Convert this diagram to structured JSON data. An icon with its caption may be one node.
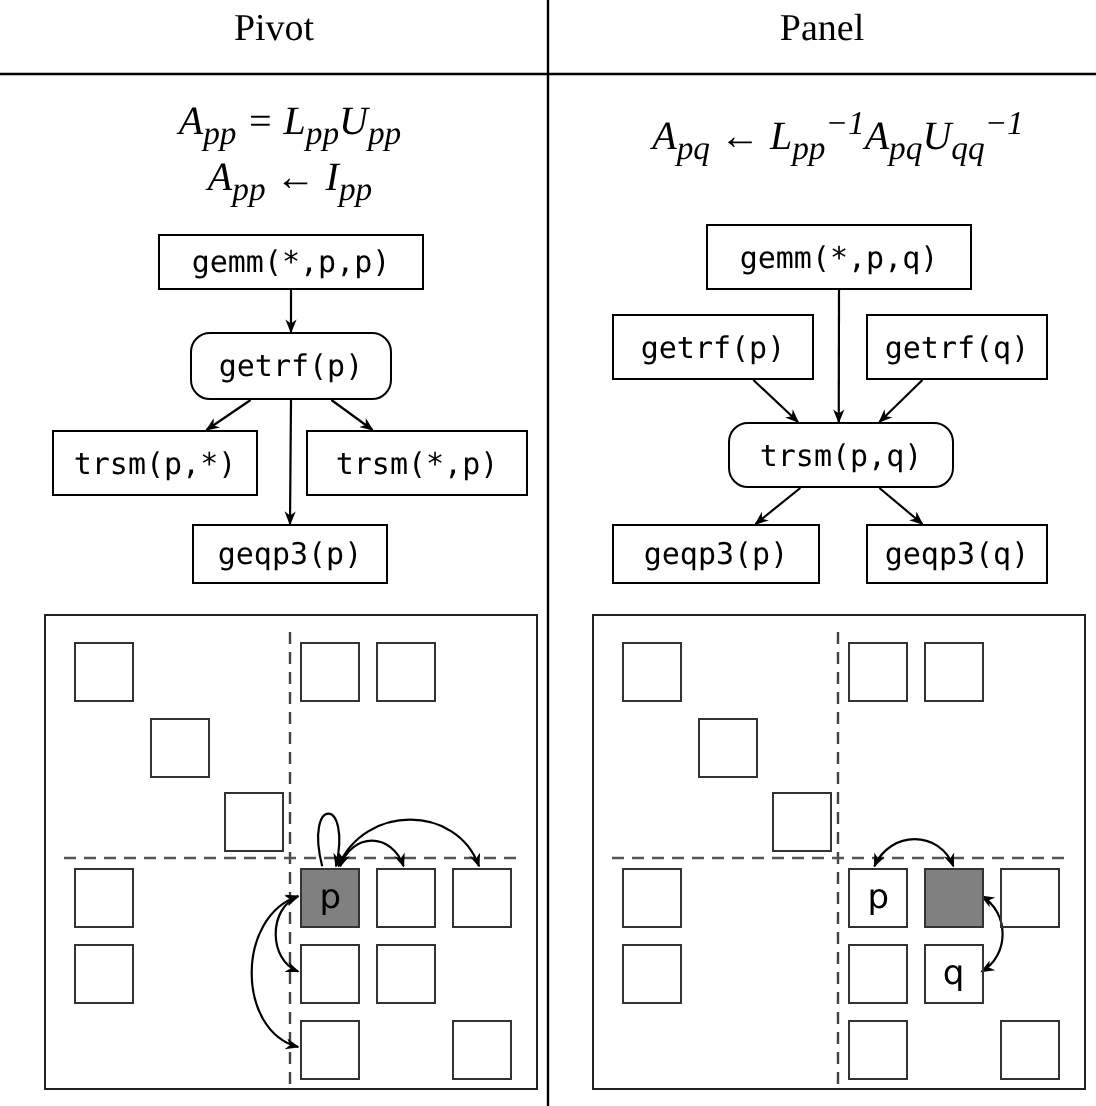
{
  "diagram": {
    "nodes": [
      {
        "text": [
          "gemm(*,p,p)"
        ]
      },
      {
        "text": [
          "getrf(p)"
        ]
      },
      {
        "text": [
          "trsm(p,*)"
        ]
      },
      {
        "text": [
          "trsm(*,p)"
        ]
      },
      {
        "text": [
          "geqp3(p)"
        ]
      },
      {
        "text": [
          "gemm(*,p,q)"
        ]
      },
      {
        "text": [
          "getrf(p)"
        ]
      },
      {
        "text": [
          "getrf(q)"
        ]
      },
      {
        "text": [
          "trsm(p,q)"
        ]
      },
      {
        "text": [
          "geqp3(p)"
        ]
      },
      {
        "text": [
          "geqp3(q)"
        ]
      },
      {
        "text": [],
        "shape": "box"
      },
      {
        "text": [],
        "shape": "box",
        "in": 11
      },
      {
        "text": [],
        "shape": "box",
        "in": 11
      },
      {
        "text": [],
        "shape": "box",
        "in": 11
      },
      {
        "text": [],
        "shape": "box",
        "in": 11
      },
      {
        "text": [],
        "shape": "box",
        "in": 11
      },
      {
        "text": [],
        "shape": "box",
        "in": 11
      },
      {
        "text": [
          "p"
        ],
        "in": 11
      },
      {
        "text": [],
        "shape": "box",
        "in": 11
      },
      {
        "text": [],
        "shape": "box",
        "in": 11
      },
      {
        "text": [],
        "shape": "box",
        "in": 11
      },
      {
        "text": [],
        "shape": "box",
        "in": 11
      },
      {
        "text": [],
        "shape": "box",
        "in": 11
      },
      {
        "text": [],
        "shape": "box",
        "in": 11
      },
      {
        "text": [],
        "shape": "box",
        "in": 11
      },
      {
        "text": [],
        "shape": "box"
      },
      {
        "text": [],
        "shape": "box",
        "in": 26
      },
      {
        "text": [],
        "shape": "box",
        "in": 26
      },
      {
        "text": [],
        "shape": "box",
        "in": 26
      },
      {
        "text": [],
        "shape": "box",
        "in": 26
      },
      {
        "text": [],
        "shape": "box",
        "in": 26
      },
      {
        "text": [],
        "shape": "box",
        "in": 26
      },
      {
        "text": [
          "p"
        ],
        "in": 26
      },
      {
        "text": [],
        "shape": "box",
        "in": 26
      },
      {
        "text": [],
        "shape": "box",
        "in": 26
      },
      {
        "text": [],
        "shape": "box",
        "in": 26
      },
      {
        "text": [],
        "shape": "box",
        "in": 26
      },
      {
        "text": [
          "q"
        ],
        "in": 26
      },
      {
        "text": [],
        "shape": "box",
        "in": 26
      },
      {
        "text": [],
        "shape": "box",
        "in": 26
      }
    ],
    "edges": [
      {
        "from": 0,
        "to": 1,
        "arrow": "to"
      },
      {
        "from": 1,
        "to": 2,
        "arrow": "to"
      },
      {
        "from": 1,
        "to": 3,
        "arrow": "to"
      },
      {
        "from": 1,
        "to": 4,
        "arrow": "to"
      },
      {
        "from": 5,
        "to": 8,
        "arrow": "to"
      },
      {
        "from": 6,
        "to": 8,
        "arrow": "to"
      },
      {
        "from": 7,
        "to": 8,
        "arrow": "to"
      },
      {
        "from": 8,
        "to": 9,
        "arrow": "to"
      },
      {
        "from": 8,
        "to": 10,
        "arrow": "to"
      },
      {
        "from": 18,
        "to": 18,
        "arrow": "to"
      },
      {
        "from": 18,
        "to": 19,
        "arrow": "both"
      },
      {
        "from": 18,
        "to": 20,
        "arrow": "both"
      },
      {
        "from": 18,
        "to": 22,
        "arrow": "both"
      },
      {
        "from": 18,
        "to": 24,
        "arrow": "both"
      },
      {
        "from": 33,
        "to": 34,
        "arrow": "both"
      },
      {
        "from": 34,
        "to": 38,
        "arrow": "both"
      }
    ],
    "labels": [
      "Pivot",
      "Panel",
      "A$_{pp}$ = L$_{pp}$U$_{pp}$",
      "A$_{pp}$ ← I$_{pp}$",
      "A$_{pq}$ ← L$_{pp}$$^{−1}$A$_{pq}$U$_{qq}$$^{−1}$"
    ]
  }
}
